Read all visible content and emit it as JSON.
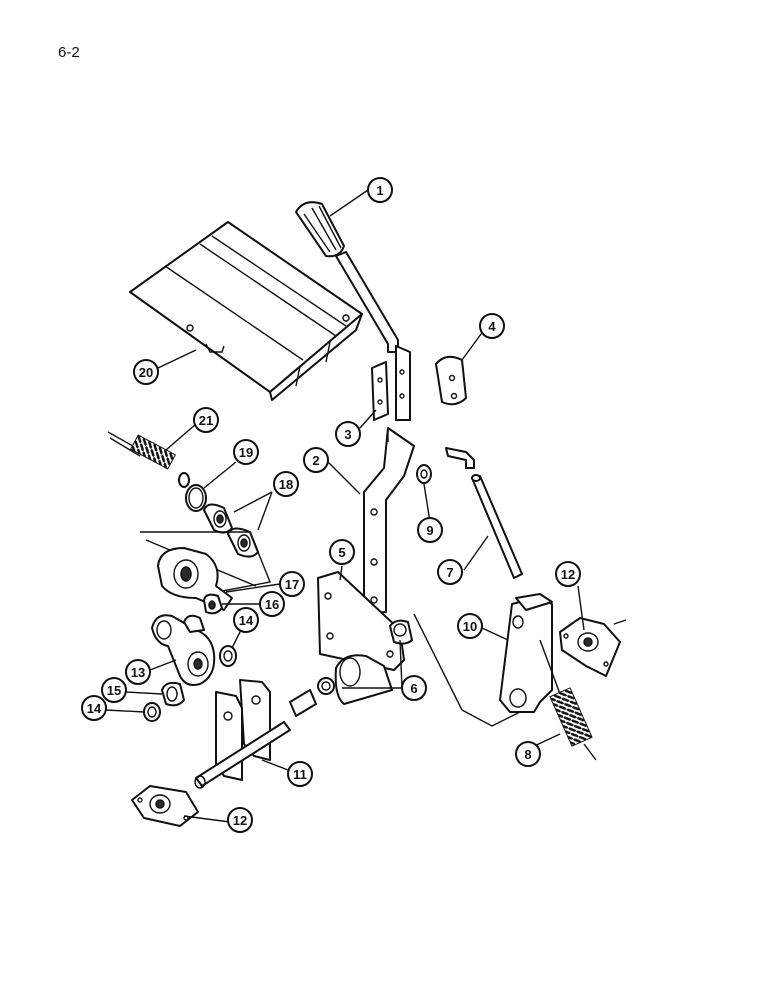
{
  "page_label": "6-2",
  "callouts": [
    {
      "id": "c1",
      "label": "1"
    },
    {
      "id": "c2",
      "label": "2"
    },
    {
      "id": "c3",
      "label": "3"
    },
    {
      "id": "c4",
      "label": "4"
    },
    {
      "id": "c5",
      "label": "5"
    },
    {
      "id": "c6",
      "label": "6"
    },
    {
      "id": "c7",
      "label": "7"
    },
    {
      "id": "c8",
      "label": "8"
    },
    {
      "id": "c9",
      "label": "9"
    },
    {
      "id": "c10",
      "label": "10"
    },
    {
      "id": "c11",
      "label": "11"
    },
    {
      "id": "c12a",
      "label": "12"
    },
    {
      "id": "c12b",
      "label": "12"
    },
    {
      "id": "c13",
      "label": "13"
    },
    {
      "id": "c14a",
      "label": "14"
    },
    {
      "id": "c14b",
      "label": "14"
    },
    {
      "id": "c15",
      "label": "15"
    },
    {
      "id": "c16",
      "label": "16"
    },
    {
      "id": "c17",
      "label": "17"
    },
    {
      "id": "c18",
      "label": "18"
    },
    {
      "id": "c19",
      "label": "19"
    },
    {
      "id": "c20",
      "label": "20"
    },
    {
      "id": "c21",
      "label": "21"
    }
  ]
}
